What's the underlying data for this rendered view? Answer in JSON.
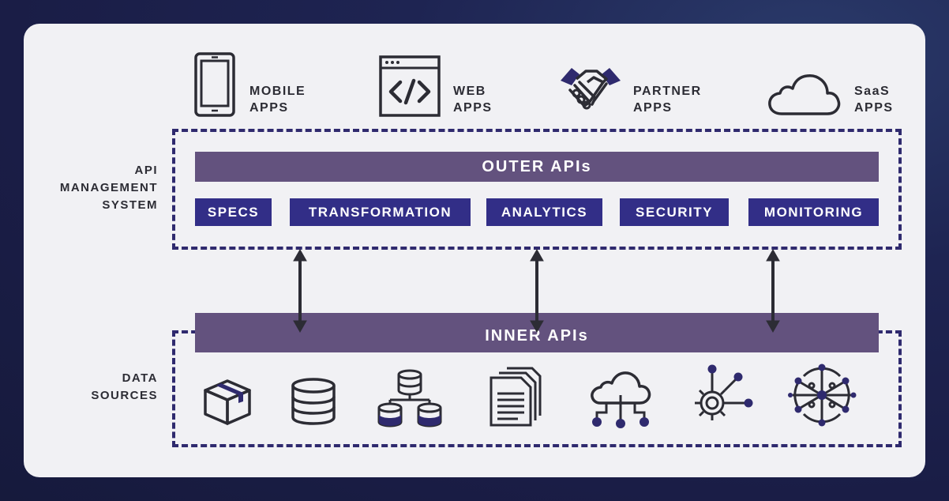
{
  "apps": [
    {
      "label": "MOBILE\nAPPS",
      "icon": "mobile-phone-icon"
    },
    {
      "label": "WEB\nAPPS",
      "icon": "web-code-icon"
    },
    {
      "label": "PARTNER\nAPPS",
      "icon": "handshake-icon"
    },
    {
      "label": "SaaS\nAPPS",
      "icon": "cloud-icon"
    }
  ],
  "api_management": {
    "label": "API\nMANAGEMENT\nSYSTEM",
    "outer_title": "OUTER APIs",
    "features": [
      "SPECS",
      "TRANSFORMATION",
      "ANALYTICS",
      "SECURITY",
      "MONITORING"
    ]
  },
  "inner_title": "INNER APIs",
  "data_sources": {
    "label": "DATA\nSOURCES",
    "icons": [
      "package-box-icon",
      "database-icon",
      "database-network-icon",
      "documents-icon",
      "cloud-network-icon",
      "gear-network-icon",
      "data-hub-icon"
    ]
  },
  "colors": {
    "navy": "#2f2a6e",
    "chip": "#322e87",
    "bar": "#63527e",
    "dark": "#2c2c34"
  }
}
